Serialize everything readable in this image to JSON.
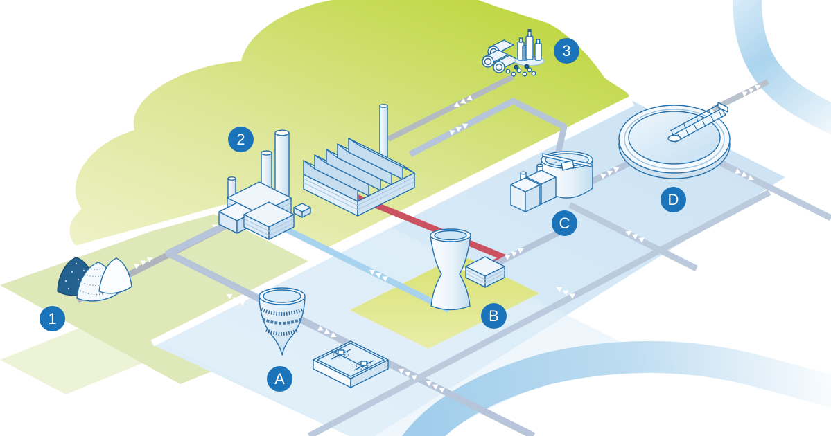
{
  "markers": [
    {
      "id": "m1",
      "label": "1"
    },
    {
      "id": "m2",
      "label": "2"
    },
    {
      "id": "m3",
      "label": "3"
    },
    {
      "id": "ma",
      "label": "A"
    },
    {
      "id": "mb",
      "label": "B"
    },
    {
      "id": "mc",
      "label": "C"
    },
    {
      "id": "md",
      "label": "D"
    }
  ],
  "palette": {
    "marker_blue": "#1b73ba",
    "outline_blue": "#2270ad",
    "hill_green": "#bdd63c",
    "pale_strip_green": "#dfe8b8",
    "patch_yellow": "#dbe380",
    "plane_blue": "#d3e6f5",
    "river_blue": "#a9d2ed",
    "pipe_gray": "#aeb5bc",
    "pipe_water": "#b6c5da",
    "pipe_cooling": "#a7d3ee",
    "pipe_hot": "#cb5260",
    "chevron_white": "#ffffff",
    "building_fill": "#eef6fc",
    "building_shade": "#c9dff1",
    "dark_pile": "#24618f"
  },
  "icons": [
    "stockpiles-icon",
    "power-plant-icon",
    "factory-hall-icon",
    "chemical-supplies-icon",
    "media-filter-icon",
    "flocculation-basin-icon",
    "cooling-tower-icon",
    "dosing-tanks-icon",
    "reactor-tank-icon",
    "clarifier-icon",
    "upper-river-icon",
    "lower-river-icon"
  ]
}
